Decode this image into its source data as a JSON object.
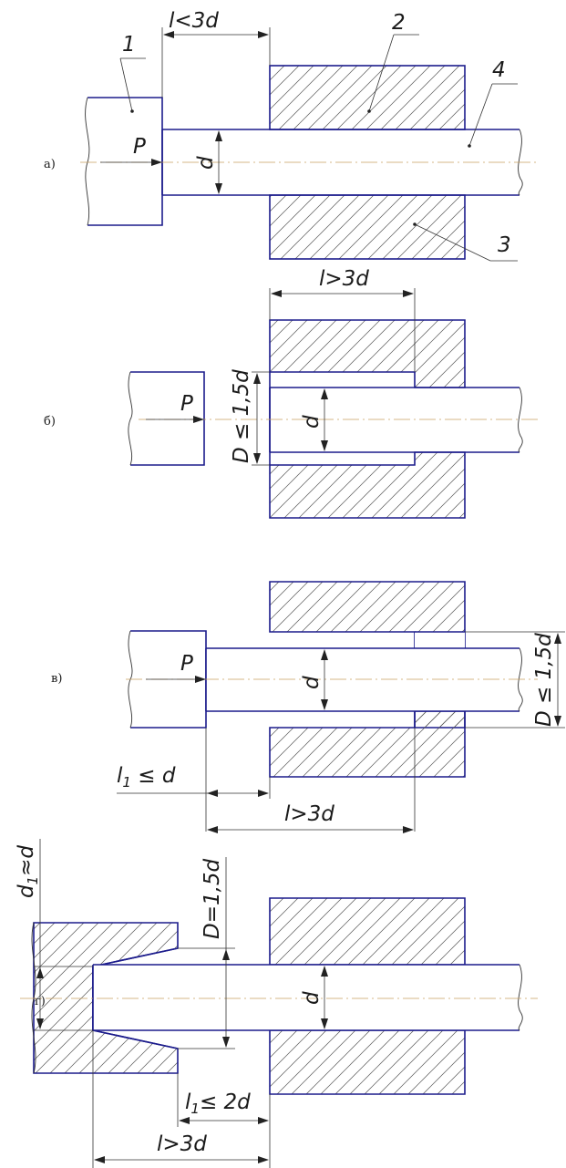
{
  "figure": {
    "panel_a": {
      "case_label": "а)",
      "length_label": "l<3d",
      "force_label": "P",
      "diameter_label": "d",
      "callouts": [
        "1",
        "2",
        "3",
        "4"
      ]
    },
    "panel_b": {
      "case_label": "б)",
      "length_label": "l>3d",
      "force_label": "P",
      "diameter_label": "d",
      "hole_label": "D ≤ 1,5d"
    },
    "panel_v": {
      "case_label": "в)",
      "force_label": "P",
      "diameter_label": "d",
      "hole_label": "D ≤ 1,5d",
      "gap_label_main": "l",
      "gap_label_sub": "1",
      "gap_label_rest": " ≤ d",
      "length_label": "l>3d"
    },
    "panel_g": {
      "case_label": "г)",
      "punch_dia_main": "d",
      "punch_dia_sub": "1",
      "punch_dia_rest": "≈d",
      "hole_label": "D=1,5d",
      "diameter_label": "d",
      "gap_label_main": "l",
      "gap_label_sub": "1",
      "gap_label_rest": "≤ 2d",
      "length_label": "l>3d"
    }
  },
  "colors": {
    "outline": "#1c1c8c",
    "axis": "#c8a060",
    "hatch": "#1c1c8c"
  }
}
